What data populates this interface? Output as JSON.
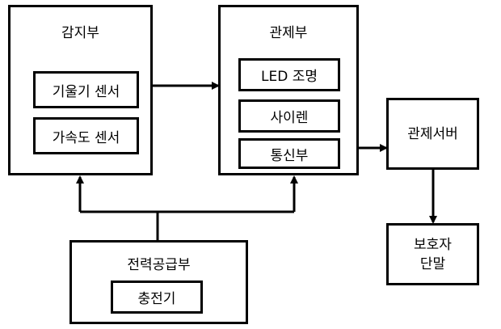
{
  "sensing": {
    "title": "감지부",
    "items": [
      "기울기 센서",
      "가속도 센서"
    ]
  },
  "control": {
    "title": "관제부",
    "items": [
      "LED 조명",
      "사이렌",
      "통신부"
    ]
  },
  "server": {
    "title": "관제서버"
  },
  "guardian": {
    "line1": "보호자",
    "line2": "단말"
  },
  "power": {
    "title": "전력공급부",
    "items": [
      "충전기"
    ]
  },
  "colors": {
    "line": "#000000",
    "background": "#ffffff"
  }
}
